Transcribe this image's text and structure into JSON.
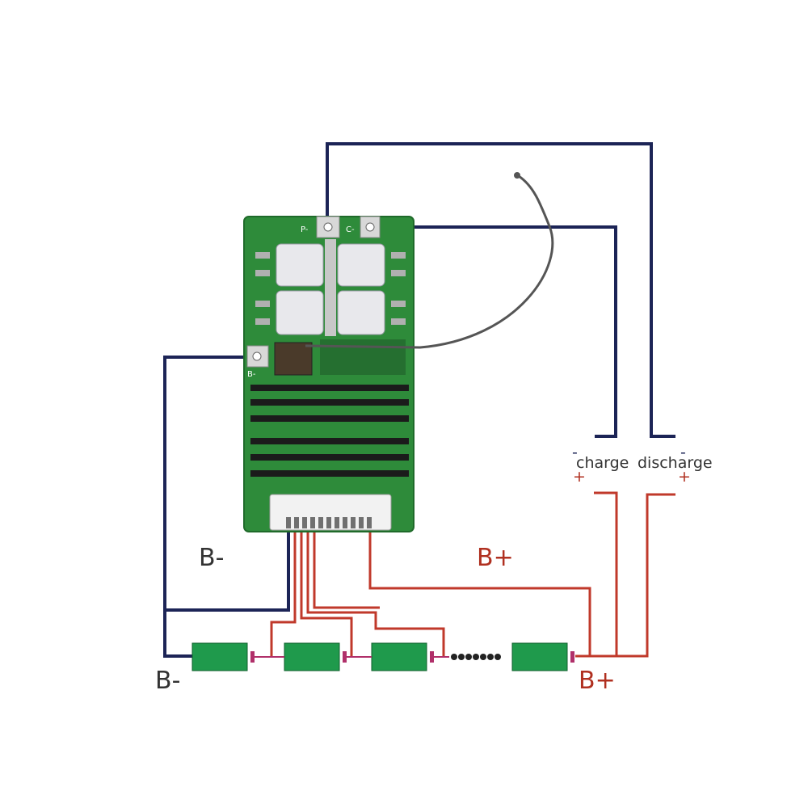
{
  "labels": {
    "b_minus_top": "B-",
    "b_plus_top": "B+",
    "b_minus_bottom": "B-",
    "b_plus_bottom": "B+",
    "charge": "charge",
    "discharge": "discharge",
    "charge_minus": "-",
    "charge_plus": "+",
    "discharge_minus": "-",
    "discharge_plus": "+",
    "pad_p_minus": "P-",
    "pad_c_minus": "C-",
    "pad_b_minus": "B-"
  },
  "colors": {
    "negative_wire": "#1c2456",
    "positive_wire": "#c0392b",
    "pcb_green": "#2e8b3a",
    "cell_green": "#1f9a4c",
    "label_red": "#b03020",
    "label_dark": "#333333"
  },
  "cells": {
    "visible_count": 4,
    "ellipsis_dots": 7
  }
}
